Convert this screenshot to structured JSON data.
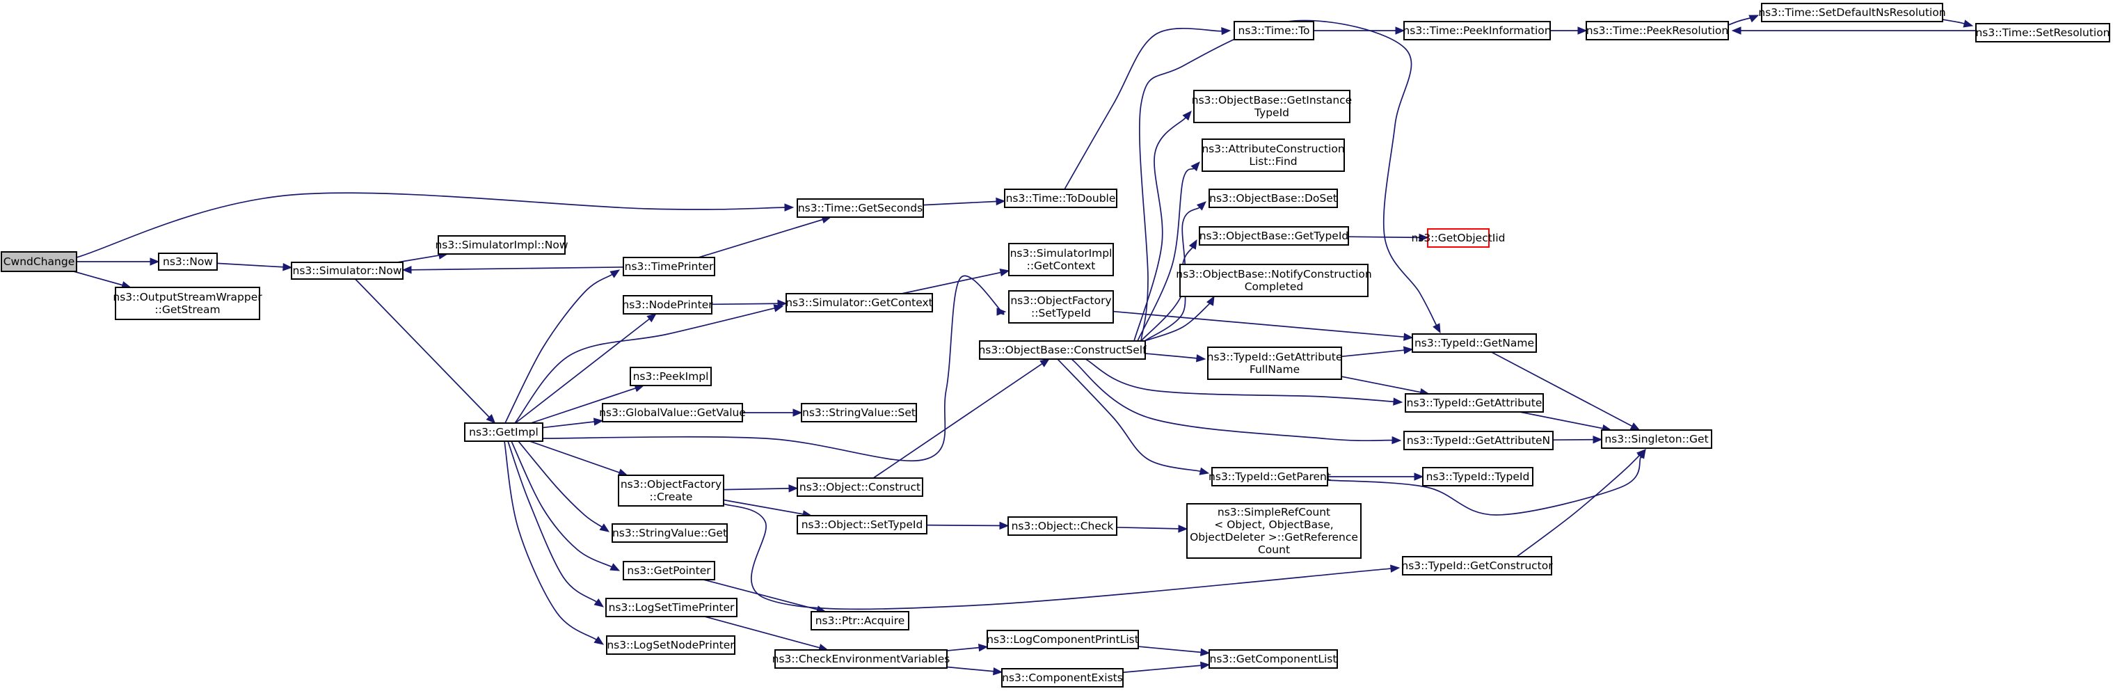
{
  "colors": {
    "edge": "#191970",
    "root_fill": "#bfbfbf",
    "missing_border": "#ff0000"
  },
  "nodes": {
    "cwndchange": [
      "CwndChange"
    ],
    "now": [
      "ns3::Now"
    ],
    "osw_getstream": [
      "ns3::OutputStreamWrapper",
      "::GetStream"
    ],
    "sim_now": [
      "ns3::Simulator::Now"
    ],
    "simimpl_now": [
      "ns3::SimulatorImpl::Now"
    ],
    "time_getseconds": [
      "ns3::Time::GetSeconds"
    ],
    "getimpl": [
      "ns3::GetImpl"
    ],
    "timeprinter": [
      "ns3::TimePrinter"
    ],
    "nodeprinter": [
      "ns3::NodePrinter"
    ],
    "peekimpl": [
      "ns3::PeekImpl"
    ],
    "gv_getvalue": [
      "ns3::GlobalValue::GetValue"
    ],
    "of_create": [
      "ns3::ObjectFactory",
      "::Create"
    ],
    "sv_get": [
      "ns3::StringValue::Get"
    ],
    "getpointer": [
      "ns3::GetPointer"
    ],
    "logsettimeprinter": [
      "ns3::LogSetTimePrinter"
    ],
    "logsetnodeprinter": [
      "ns3::LogSetNodePrinter"
    ],
    "sim_getcontext": [
      "ns3::Simulator::GetContext"
    ],
    "sv_set": [
      "ns3::StringValue::Set"
    ],
    "obj_construct": [
      "ns3::Object::Construct"
    ],
    "obj_settypeid": [
      "ns3::Object::SetTypeId"
    ],
    "ptr_acquire": [
      "ns3::Ptr::Acquire"
    ],
    "checkenv": [
      "ns3::CheckEnvironmentVariables"
    ],
    "time_todouble": [
      "ns3::Time::ToDouble"
    ],
    "simimpl_getcontext": [
      "ns3::SimulatorImpl",
      "::GetContext"
    ],
    "of_settypeid": [
      "ns3::ObjectFactory",
      "::SetTypeId"
    ],
    "ob_constructself": [
      "ns3::ObjectBase::ConstructSelf"
    ],
    "obj_check": [
      "ns3::Object::Check"
    ],
    "logcompprintlist": [
      "ns3::LogComponentPrintList"
    ],
    "compexists": [
      "ns3::ComponentExists"
    ],
    "time_to": [
      "ns3::Time::To"
    ],
    "ob_getinstancetypeid": [
      "ns3::ObjectBase::GetInstance",
      "TypeId"
    ],
    "acl_find": [
      "ns3::AttributeConstruction",
      "List::Find"
    ],
    "ob_doset": [
      "ns3::ObjectBase::DoSet"
    ],
    "ob_gettypeid": [
      "ns3::ObjectBase::GetTypeId"
    ],
    "ob_notify": [
      "ns3::ObjectBase::NotifyConstruction",
      "Completed"
    ],
    "tid_getattrfullname": [
      "ns3::TypeId::GetAttribute",
      "FullName"
    ],
    "tid_getparent": [
      "ns3::TypeId::GetParent"
    ],
    "simplerefcount": [
      "ns3::SimpleRefCount",
      "< Object, ObjectBase,",
      "ObjectDeleter >::GetReference",
      "Count"
    ],
    "getcomplist": [
      "ns3::GetComponentList"
    ],
    "time_peekinfo": [
      "ns3::Time::PeekInformation"
    ],
    "getobjectiid": [
      "ns3::GetObjectIid"
    ],
    "tid_getname": [
      "ns3::TypeId::GetName"
    ],
    "tid_getattribute": [
      "ns3::TypeId::GetAttribute"
    ],
    "tid_getattrn": [
      "ns3::TypeId::GetAttributeN"
    ],
    "tid_typeid": [
      "ns3::TypeId::TypeId"
    ],
    "tid_getconstructor": [
      "ns3::TypeId::GetConstructor"
    ],
    "time_peekres": [
      "ns3::Time::PeekResolution"
    ],
    "singleton_get": [
      "ns3::Singleton::Get"
    ],
    "time_setdefaultns": [
      "ns3::Time::SetDefaultNsResolution"
    ],
    "time_setres": [
      "ns3::Time::SetResolution"
    ]
  },
  "edges": [
    [
      "cwndchange",
      "now"
    ],
    [
      "cwndchange",
      "osw_getstream"
    ],
    [
      "cwndchange",
      "time_getseconds"
    ],
    [
      "now",
      "sim_now"
    ],
    [
      "sim_now",
      "simimpl_now"
    ],
    [
      "sim_now",
      "getimpl"
    ],
    [
      "timeprinter",
      "sim_now"
    ],
    [
      "timeprinter",
      "time_getseconds"
    ],
    [
      "time_getseconds",
      "time_todouble"
    ],
    [
      "time_todouble",
      "time_to"
    ],
    [
      "time_to",
      "time_peekinfo"
    ],
    [
      "time_peekinfo",
      "time_peekres"
    ],
    [
      "time_peekres",
      "time_setdefaultns"
    ],
    [
      "time_setdefaultns",
      "time_setres"
    ],
    [
      "time_setres",
      "time_peekres"
    ],
    [
      "getimpl",
      "timeprinter"
    ],
    [
      "getimpl",
      "nodeprinter"
    ],
    [
      "getimpl",
      "sim_getcontext"
    ],
    [
      "getimpl",
      "peekimpl"
    ],
    [
      "getimpl",
      "gv_getvalue"
    ],
    [
      "getimpl",
      "of_settypeid"
    ],
    [
      "getimpl",
      "of_create"
    ],
    [
      "getimpl",
      "sv_get"
    ],
    [
      "getimpl",
      "getpointer"
    ],
    [
      "getimpl",
      "logsettimeprinter"
    ],
    [
      "getimpl",
      "logsetnodeprinter"
    ],
    [
      "nodeprinter",
      "sim_getcontext"
    ],
    [
      "sim_getcontext",
      "simimpl_getcontext"
    ],
    [
      "gv_getvalue",
      "sv_set"
    ],
    [
      "of_create",
      "obj_construct"
    ],
    [
      "of_create",
      "obj_settypeid"
    ],
    [
      "of_create",
      "tid_getconstructor"
    ],
    [
      "obj_construct",
      "ob_constructself"
    ],
    [
      "obj_settypeid",
      "obj_check"
    ],
    [
      "obj_check",
      "simplerefcount"
    ],
    [
      "getpointer",
      "ptr_acquire"
    ],
    [
      "logsettimeprinter",
      "checkenv"
    ],
    [
      "checkenv",
      "logcompprintlist"
    ],
    [
      "checkenv",
      "compexists"
    ],
    [
      "logcompprintlist",
      "getcomplist"
    ],
    [
      "compexists",
      "getcomplist"
    ],
    [
      "of_settypeid",
      "tid_getname"
    ],
    [
      "ob_constructself",
      "ob_getinstancetypeid"
    ],
    [
      "ob_constructself",
      "acl_find"
    ],
    [
      "ob_constructself",
      "ob_doset"
    ],
    [
      "ob_constructself",
      "ob_gettypeid"
    ],
    [
      "ob_constructself",
      "ob_notify"
    ],
    [
      "ob_constructself",
      "tid_getname"
    ],
    [
      "ob_constructself",
      "tid_getattrfullname"
    ],
    [
      "ob_constructself",
      "tid_getattribute"
    ],
    [
      "ob_constructself",
      "tid_getattrn"
    ],
    [
      "ob_constructself",
      "tid_getparent"
    ],
    [
      "ob_gettypeid",
      "getobjectiid"
    ],
    [
      "tid_getattrfullname",
      "tid_getname"
    ],
    [
      "tid_getattrfullname",
      "tid_getattribute"
    ],
    [
      "tid_getparent",
      "tid_typeid"
    ],
    [
      "tid_getparent",
      "singleton_get"
    ],
    [
      "tid_getname",
      "singleton_get"
    ],
    [
      "tid_getattribute",
      "singleton_get"
    ],
    [
      "tid_getattrn",
      "singleton_get"
    ],
    [
      "tid_getconstructor",
      "singleton_get"
    ]
  ]
}
